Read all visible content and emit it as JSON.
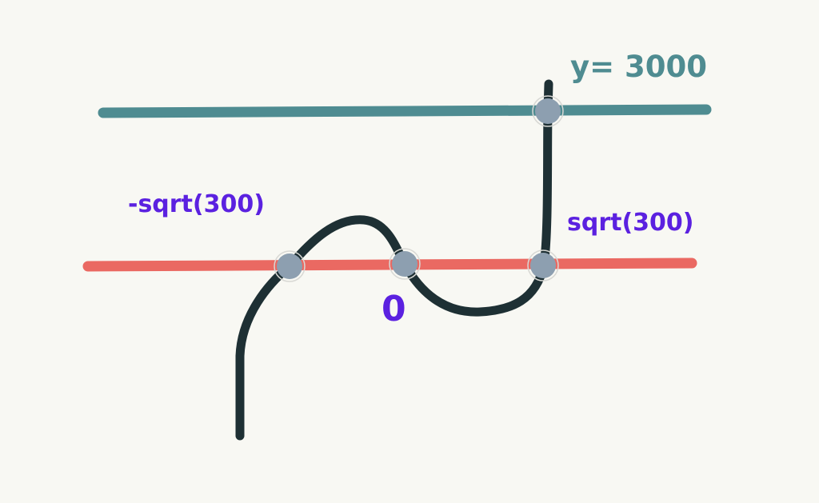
{
  "labels": {
    "horizontal_line": "y= 3000",
    "left_root": "-sqrt(300)",
    "middle_root": "0",
    "right_root": "sqrt(300)"
  },
  "colors": {
    "background": "#f8f8f3",
    "teal_line": "#4f8c91",
    "red_line": "#ea6962",
    "curve": "#1e3034",
    "point": "#8d9fb0",
    "label_purple": "#5b21e0"
  }
}
